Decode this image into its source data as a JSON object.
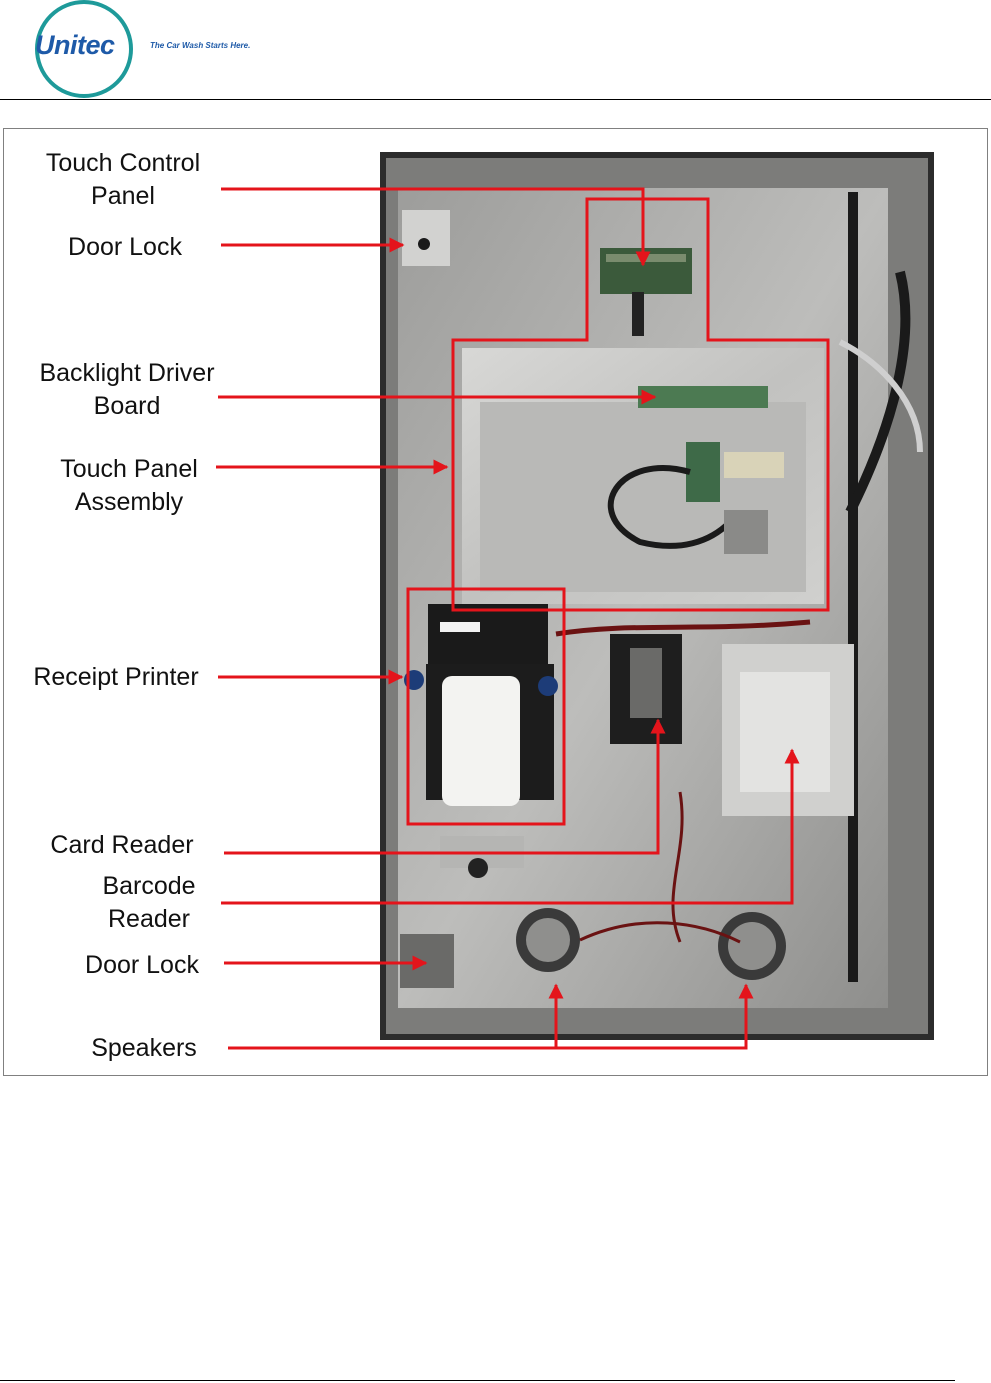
{
  "header": {
    "logo_text": "Unitec",
    "tagline": "The Car Wash Starts Here."
  },
  "figure": {
    "labels": {
      "touch_control_panel": [
        "Touch Control",
        "Panel"
      ],
      "door_lock_top": "Door Lock",
      "backlight_driver_board": [
        "Backlight Driver",
        "Board"
      ],
      "touch_panel_assembly": [
        "Touch Panel",
        "Assembly"
      ],
      "receipt_printer": "Receipt Printer",
      "card_reader": "Card Reader",
      "barcode_reader": [
        "Barcode",
        "Reader"
      ],
      "door_lock_bottom": "Door Lock",
      "speakers": "Speakers"
    },
    "colors": {
      "callout": "#e4141b",
      "panel_metal": "#b8b8b6",
      "frame_dark": "#2a2a2a"
    }
  }
}
